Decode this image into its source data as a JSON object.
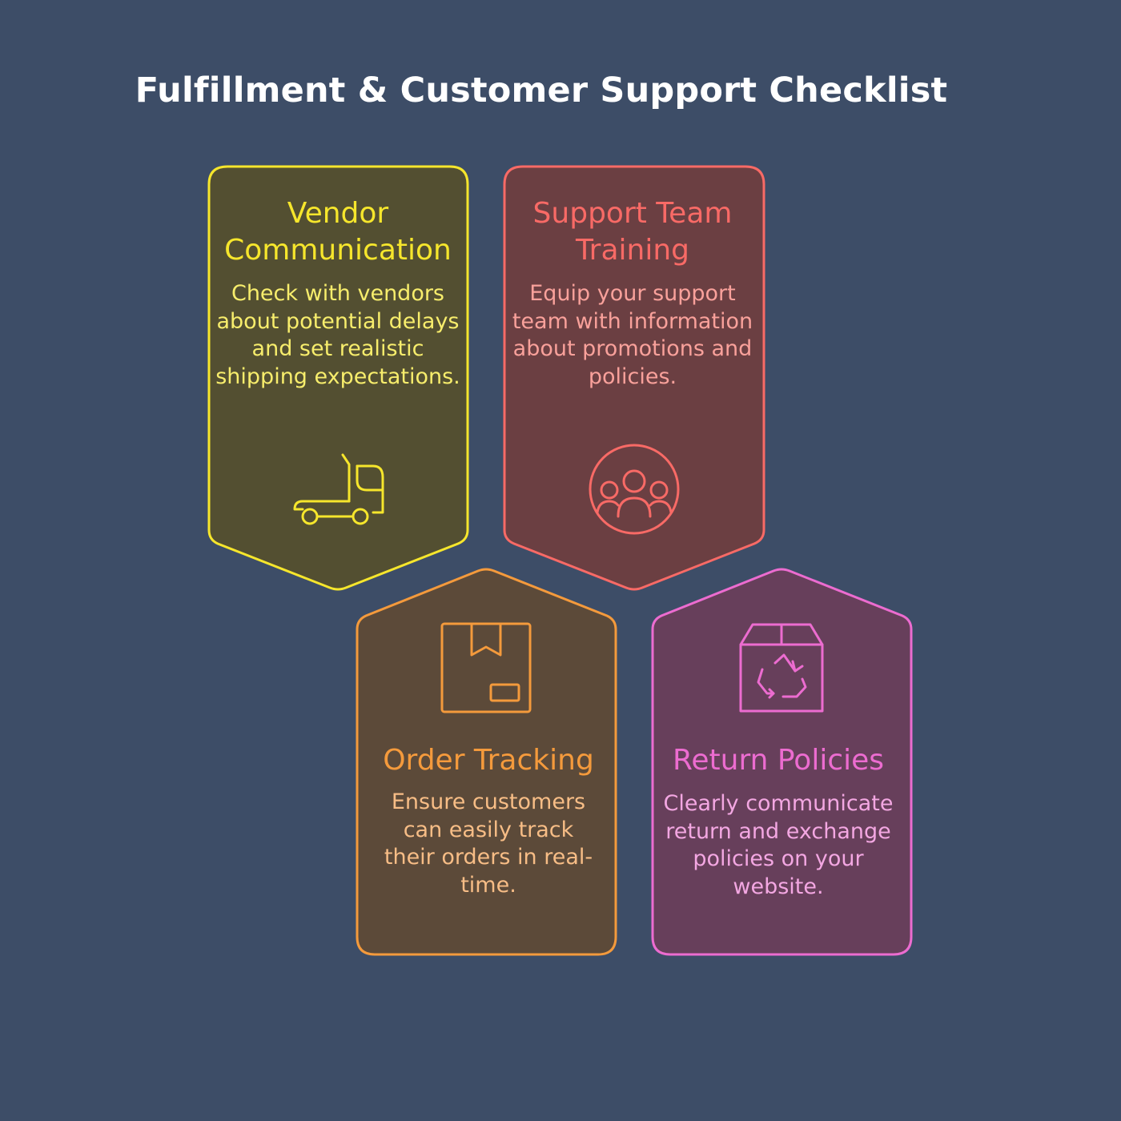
{
  "title": "Fulfillment & Customer Support Checklist",
  "colors": {
    "background": "#3d4d67",
    "vendor": "#f6e62c",
    "support": "#f86a66",
    "order": "#f49a3c",
    "returns": "#ec6cd0"
  },
  "cards": [
    {
      "key": "vendor",
      "title": "Vendor Communication",
      "description": "Check with vendors about potential delays and set realistic shipping expectations.",
      "icon": "truck-icon"
    },
    {
      "key": "support",
      "title": "Support Team Training",
      "description": "Equip your support team with information about promotions and policies.",
      "icon": "team-icon"
    },
    {
      "key": "order",
      "title": "Order Tracking",
      "description": "Ensure customers can easily track their orders in real-time.",
      "icon": "package-icon"
    },
    {
      "key": "returns",
      "title": "Return Policies",
      "description": "Clearly communicate return and exchange policies on your website.",
      "icon": "return-box-icon"
    }
  ]
}
